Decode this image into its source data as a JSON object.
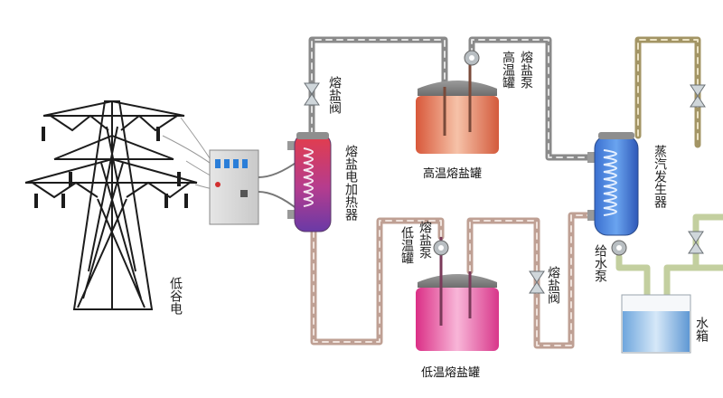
{
  "labels": {
    "grid_power": "低谷电",
    "heater": "熔盐电加热器",
    "hot_tank": "高温熔盐罐",
    "cold_tank": "低温熔盐罐",
    "hot_tank_side": "高温罐",
    "cold_tank_side": "低温罐",
    "hot_pump": "熔盐泵",
    "cold_pump": "熔盐泵",
    "valve_top": "熔盐阀",
    "valve_bottom": "熔盐阀",
    "steam_generator": "蒸汽发生器",
    "feed_pump": "给水泵",
    "water_tank": "水箱"
  },
  "colors": {
    "pipe_gray": "#9a9a9a",
    "pipe_brown": "#c8a89a",
    "pipe_olive": "#a89a6a",
    "pipe_green": "#c9d4a8",
    "hot_salt": "#d9633c",
    "cold_salt": "#e03a8a",
    "water": "#7fb4e4"
  }
}
